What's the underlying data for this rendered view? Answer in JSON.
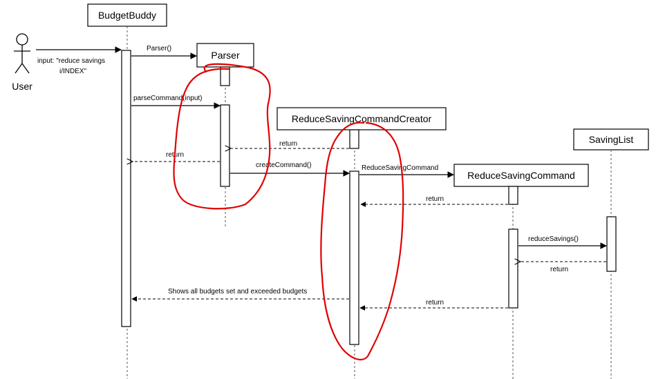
{
  "actor": {
    "label": "User"
  },
  "participants": {
    "budgetbuddy": "BudgetBuddy",
    "parser": "Parser",
    "creator": "ReduceSavingCommandCreator",
    "command": "ReduceSavingCommand",
    "savinglist": "SavingList"
  },
  "messages": {
    "input_line1": "input: \"reduce savings",
    "input_line2": "i/INDEX\"",
    "parser_ctor": "Parser()",
    "parse_command": "parseCommand(input)",
    "return_creator_to_parser": "return",
    "return_parser_to_bb": "return",
    "create_command": "createCommand()",
    "reduce_saving_command": "ReduceSavingCommand",
    "return_command_to_creator": "return",
    "reduce_savings": "reduceSavings()",
    "return_savinglist": "return",
    "shows_all": "Shows all budgets set and exceeded budgets",
    "return_final": "return"
  },
  "colors": {
    "line": "#000000",
    "lifeline": "#555555",
    "annotation": "#e00000"
  }
}
